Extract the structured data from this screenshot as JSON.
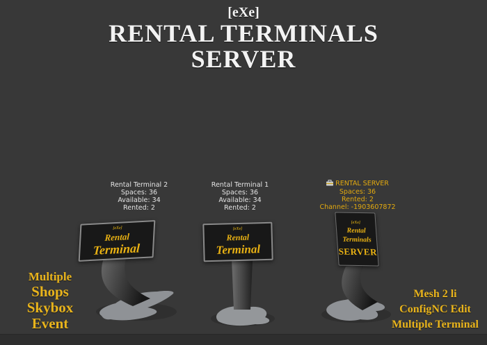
{
  "colors": {
    "background": "#383838",
    "bottom_bar": "#2e2e2e",
    "title_white": "#f3f3f3",
    "float_white": "#e4e4e4",
    "float_gold": "#e2a90f",
    "screen_gold": "#eab213",
    "label_gold": "#e9b41c",
    "screen_bg": "#181818",
    "foot_gray": "#8f9296"
  },
  "header": {
    "brand": "[eXe]",
    "title_line1": "RENTAL TERMINALS",
    "title_line2": "SERVER"
  },
  "terminals": [
    {
      "name": "Rental Terminal 2",
      "float_lines": [
        "Rental Terminal 2",
        "Spaces: 36",
        "Available: 34",
        "Rented: 2"
      ],
      "screen_lines": [
        "[eXe]",
        "Rental",
        "Terminal"
      ]
    },
    {
      "name": "Rental Terminal 1",
      "float_lines": [
        "Rental Terminal 1",
        "Spaces: 36",
        "Available: 34",
        "Rented: 2"
      ],
      "screen_lines": [
        "[eXe]",
        "Rental",
        "Terminal"
      ]
    },
    {
      "name": "Rental Server",
      "float_title": "RENTAL SERVER",
      "float_icon": "briefcase-icon",
      "float_lines": [
        "Spaces: 36",
        "Rented: 2",
        "Channel: -1903607872"
      ],
      "screen_lines": [
        "[eXe]",
        "Rental",
        "Terminals",
        "SERVER"
      ]
    }
  ],
  "left_label": {
    "lines": [
      "Multiple",
      "Shops",
      "Skybox",
      "Event"
    ]
  },
  "right_label": {
    "lines": [
      "Mesh 2 li",
      "ConfigNC Edit",
      "Multiple Terminal"
    ]
  }
}
